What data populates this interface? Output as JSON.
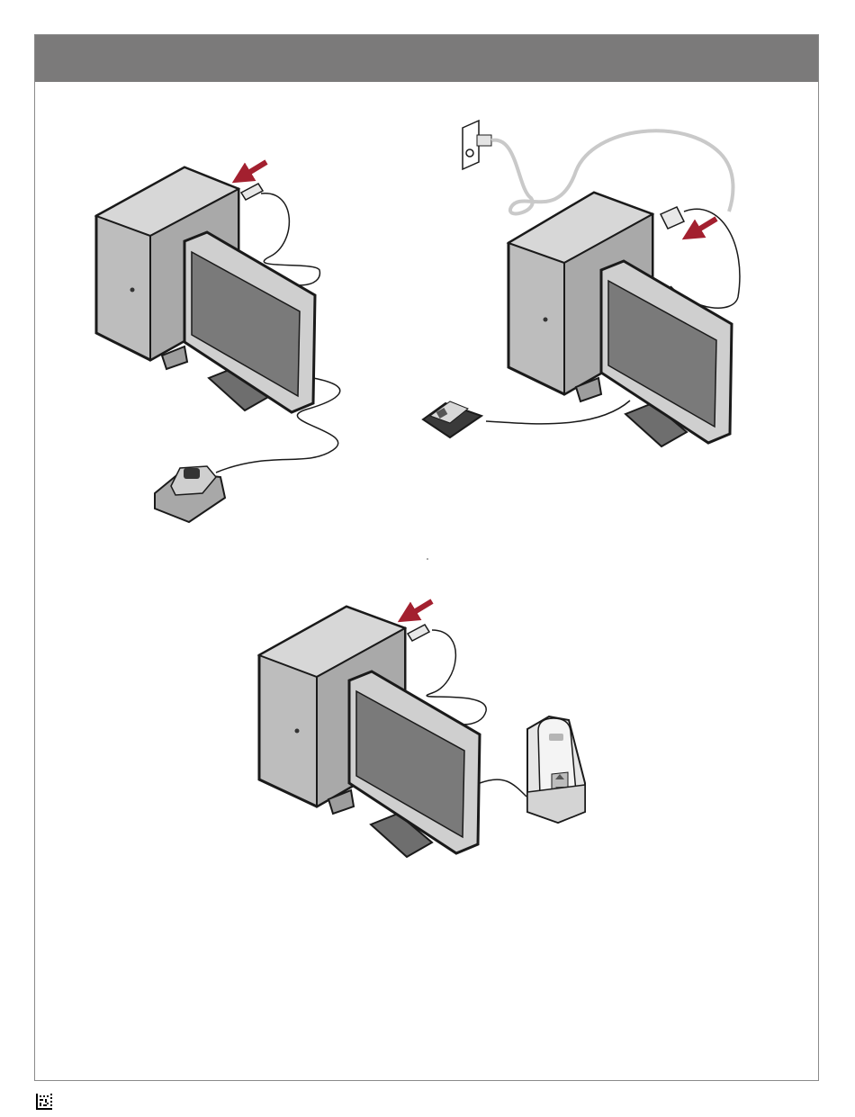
{
  "header": {
    "title": ""
  },
  "panels": [
    {
      "device": "fingerprint-reader",
      "arrow": "usb-connection"
    },
    {
      "device": "card-reader",
      "arrow": "network-connection"
    },
    {
      "device": "handheld-scanner-in-cradle",
      "arrow": "usb-connection"
    }
  ],
  "colors": {
    "accent_arrow": "#a3202f",
    "header_bar": "#7b7a7a",
    "outline": "#1a1a1a",
    "tower_fill": "#bcbcbc",
    "screen_fill": "#7a7a7a"
  }
}
